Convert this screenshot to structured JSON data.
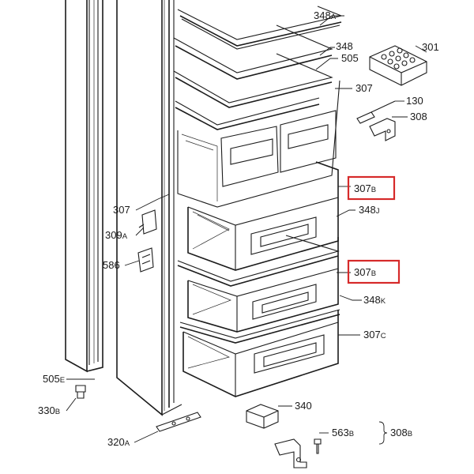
{
  "highlight_color": "#d62a2a",
  "callouts": [
    {
      "id": "c-348a",
      "num": "348",
      "suffix": "A"
    },
    {
      "id": "c-348",
      "num": "348",
      "suffix": ""
    },
    {
      "id": "c-505",
      "num": "505",
      "suffix": ""
    },
    {
      "id": "c-301",
      "num": "301",
      "suffix": ""
    },
    {
      "id": "c-307-top",
      "num": "307",
      "suffix": ""
    },
    {
      "id": "c-130",
      "num": "130",
      "suffix": ""
    },
    {
      "id": "c-308",
      "num": "308",
      "suffix": ""
    },
    {
      "id": "c-307b-1",
      "num": "307",
      "suffix": "B",
      "highlighted": true
    },
    {
      "id": "c-348j",
      "num": "348",
      "suffix": "J"
    },
    {
      "id": "c-307-left",
      "num": "307",
      "suffix": ""
    },
    {
      "id": "c-309a",
      "num": "309",
      "suffix": "A"
    },
    {
      "id": "c-586",
      "num": "586",
      "suffix": ""
    },
    {
      "id": "c-307b-2",
      "num": "307",
      "suffix": "B",
      "highlighted": true
    },
    {
      "id": "c-348k",
      "num": "348",
      "suffix": "K"
    },
    {
      "id": "c-307c",
      "num": "307",
      "suffix": "C"
    },
    {
      "id": "c-505e",
      "num": "505",
      "suffix": "E"
    },
    {
      "id": "c-330b",
      "num": "330",
      "suffix": "B"
    },
    {
      "id": "c-340",
      "num": "340",
      "suffix": ""
    },
    {
      "id": "c-320a",
      "num": "320",
      "suffix": "A"
    },
    {
      "id": "c-563b",
      "num": "563",
      "suffix": "B"
    },
    {
      "id": "c-308b",
      "num": "308",
      "suffix": "B"
    }
  ]
}
